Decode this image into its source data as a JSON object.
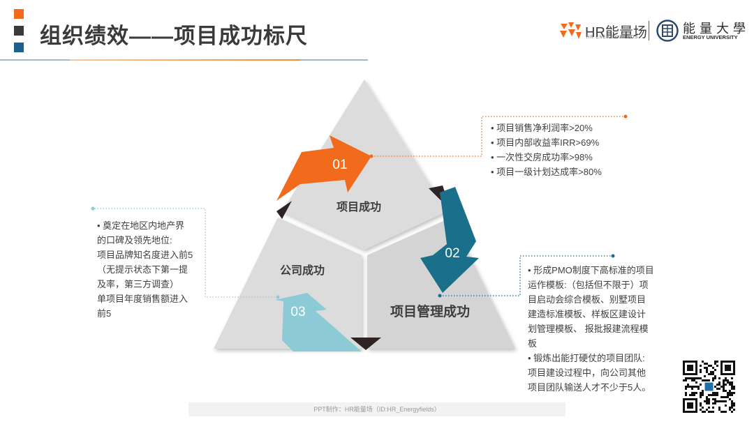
{
  "header": {
    "title": "组织绩效——项目成功标尺",
    "square_colors": [
      "#f26b1d",
      "#3a3a3a",
      "#1f5f8b"
    ]
  },
  "logos": {
    "hr": {
      "main": "HR能量场",
      "sub": "HR ENERGY FIELDS",
      "color": "#f26b1d"
    },
    "university": {
      "cn": "能量大學",
      "en": "ENERGY UNIVERSITY"
    }
  },
  "diagram": {
    "sections": {
      "top": "项目成功",
      "left": "公司成功",
      "right": "项目管理成功"
    },
    "arrows": [
      {
        "label": "01",
        "color": "#f26b1d"
      },
      {
        "label": "02",
        "color": "#1a6f8a"
      },
      {
        "label": "03",
        "color": "#8ccbd6"
      }
    ]
  },
  "callouts": {
    "top_right": [
      "• 项目销售净利润率>20%",
      "• 项目内部收益率IRR>69%",
      "• 一次性交房成功率>98%",
      "• 项目一级计划达成率>80%"
    ],
    "left": [
      "• 奠定在地区内地产界",
      "的口碑及领先地位:",
      "项目品牌知名度进入前5",
      "（无提示状态下第一提",
      "及率，第三方调查）",
      "单项目年度销售额进入",
      "前5"
    ],
    "bottom_right": [
      "• 形成PMO制度下高标准的项目",
      "运作模板:（包括但不限于）项",
      "目启动会综合模板、别墅项目",
      "建造标准模板、样板区建设计",
      "划管理模板、 报批报建流程模",
      "板",
      "• 锻炼出能打硬仗的项目团队:",
      "项目建设过程中，向公司其他",
      "项目团队输送人才不少于5人。"
    ]
  },
  "footer": {
    "text": "PPT制作：HR能量场（ID:HR_Energyfields）"
  }
}
